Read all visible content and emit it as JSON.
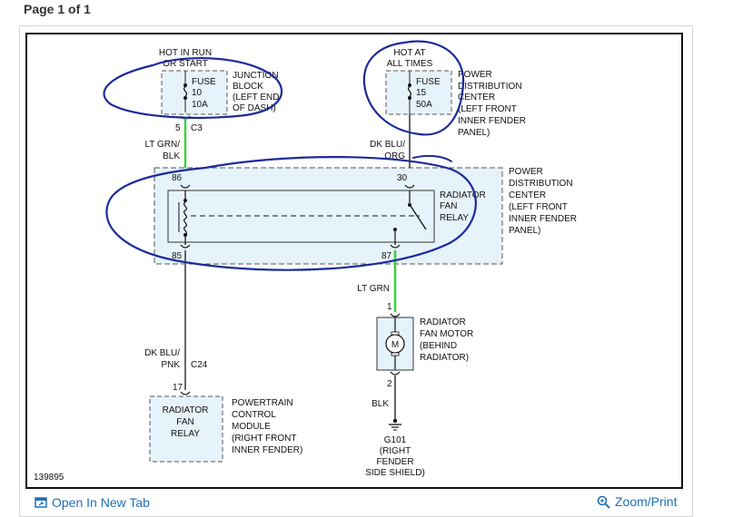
{
  "page": {
    "label": "Page 1 of 1"
  },
  "colors": {
    "box_fill": "#e6f3fa",
    "wire_green": "#3fcf3f",
    "wire_gray": "#666666",
    "annotation": "#1a2a9c",
    "link": "#1d6fb8"
  },
  "diagram": {
    "fuse10": {
      "caption": [
        "HOT IN RUN",
        "OR START"
      ],
      "fuse_label": [
        "FUSE",
        "10",
        "10A"
      ],
      "block_label": [
        "JUNCTION",
        "BLOCK",
        "(LEFT END",
        "OF DASH)"
      ],
      "pin": "5",
      "connector": "C3"
    },
    "fuse15": {
      "caption": [
        "HOT AT",
        "ALL TIMES"
      ],
      "fuse_label": [
        "FUSE",
        "15",
        "50A"
      ],
      "block_label": [
        "POWER",
        "DISTRIBUTION",
        "CENTER",
        "(LEFT FRONT",
        "INNER FENDER",
        "PANEL)"
      ]
    },
    "wires": {
      "w1": [
        "LT GRN/",
        "BLK"
      ],
      "w2": [
        "DK BLU/",
        "ORG"
      ],
      "w3": "LT GRN",
      "w4": [
        "DK BLU/",
        "PNK"
      ],
      "w4_connector": "C24",
      "w5": "BLK"
    },
    "relay": {
      "label": [
        "RADIATOR",
        "FAN",
        "RELAY"
      ],
      "pins": {
        "p86": "86",
        "p30": "30",
        "p85": "85",
        "p87": "87"
      },
      "pdc_label": [
        "POWER",
        "DISTRIBUTION",
        "CENTER",
        "(LEFT FRONT",
        "INNER FENDER",
        "PANEL)"
      ]
    },
    "motor": {
      "pin_top": "1",
      "pin_bottom": "2",
      "symbol": "M",
      "label": [
        "RADIATOR",
        "FAN MOTOR",
        "(BEHIND",
        "RADIATOR)"
      ]
    },
    "pcm": {
      "pin": "17",
      "box_label": [
        "RADIATOR",
        "FAN",
        "RELAY"
      ],
      "module_label": [
        "POWERTRAIN",
        "CONTROL",
        "MODULE",
        "(RIGHT FRONT",
        "INNER FENDER)"
      ]
    },
    "ground": {
      "label": [
        "G101",
        "(RIGHT",
        "FENDER",
        "SIDE SHIELD)"
      ]
    },
    "figure_id": "139895"
  },
  "footer": {
    "open_tab": "Open In New Tab",
    "zoom": "Zoom/Print"
  }
}
